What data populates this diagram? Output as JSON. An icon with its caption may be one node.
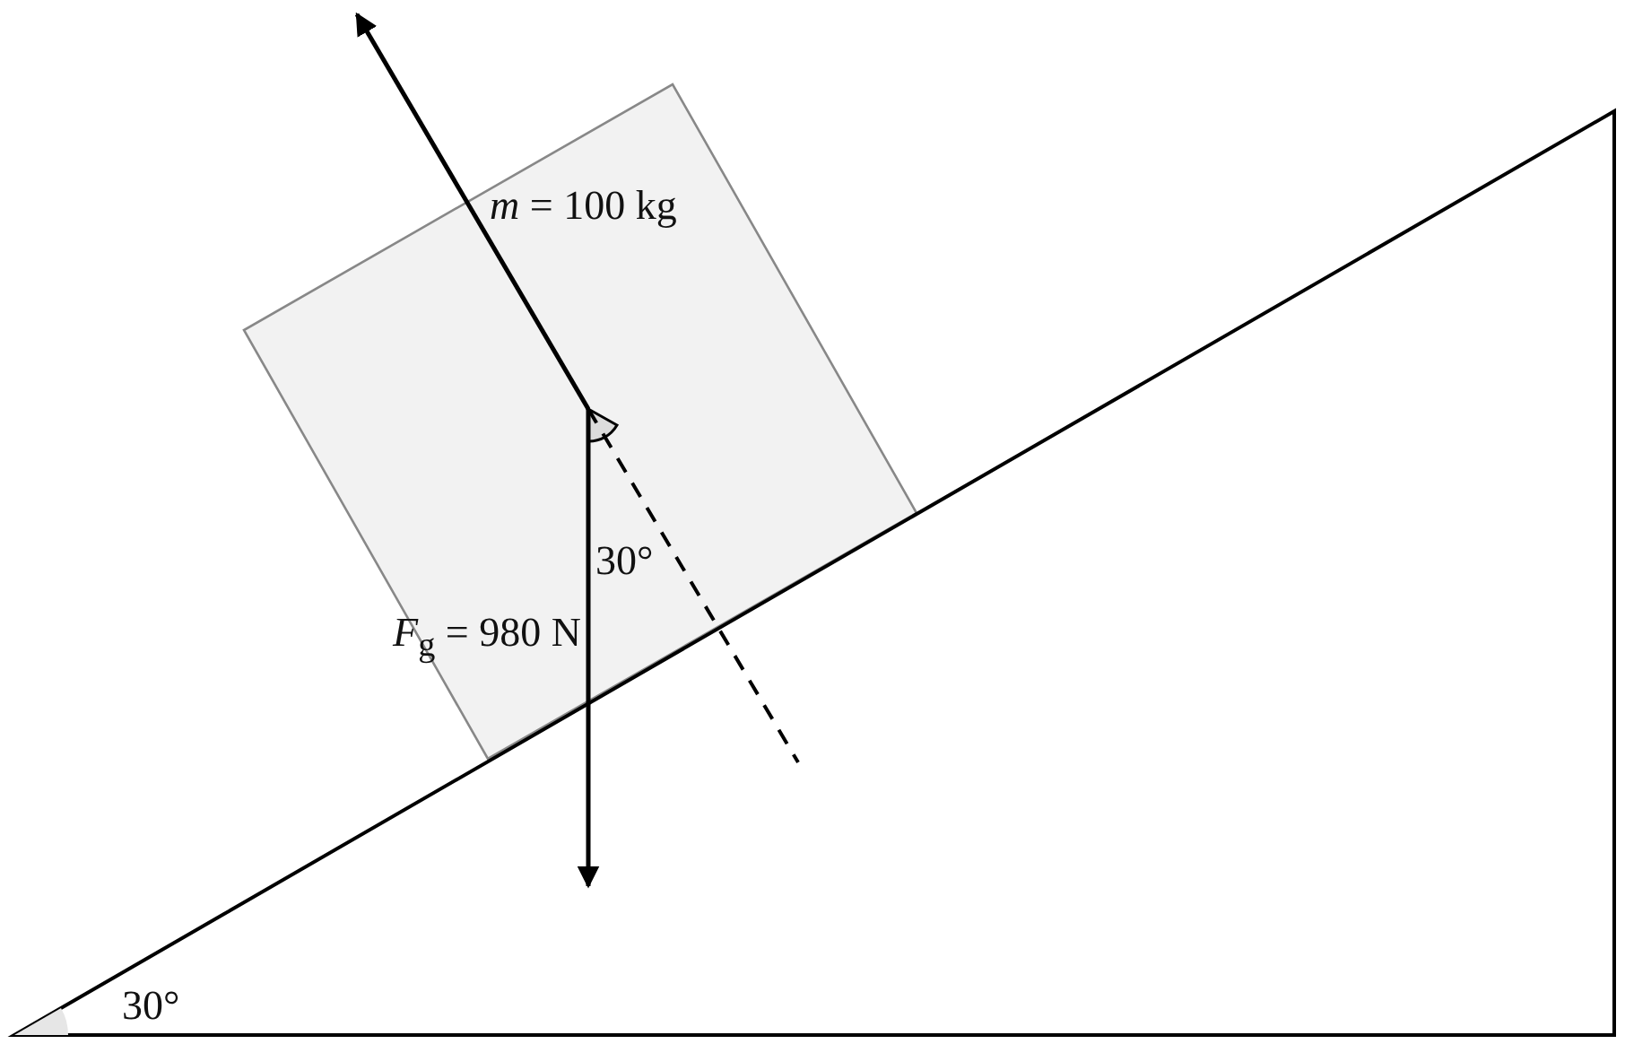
{
  "diagram": {
    "labels": [
      "*m* = 100 kg",
      "30°",
      "*F*$_{g}$ = 980 N",
      "30°"
    ]
  }
}
